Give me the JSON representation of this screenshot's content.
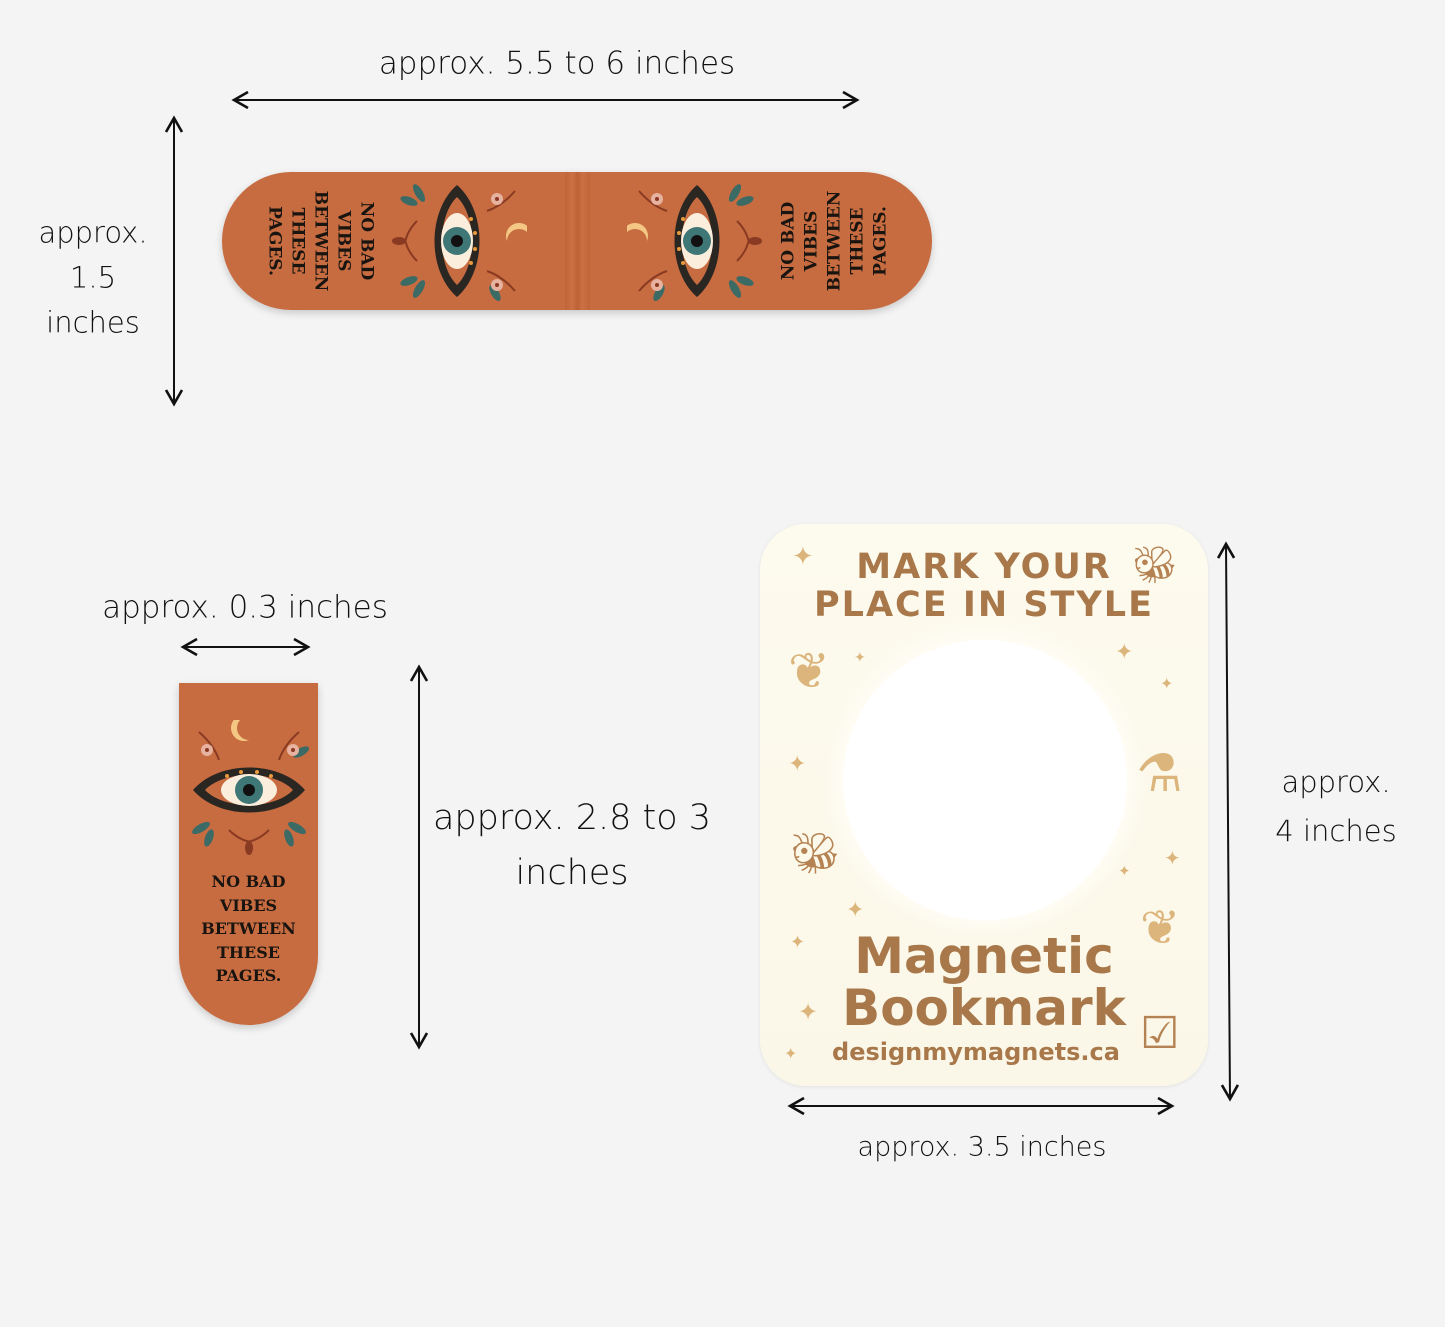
{
  "dimensions": {
    "open_width": "approx. 5.5 to 6 inches",
    "open_height": [
      "approx.",
      "1.5",
      "inches"
    ],
    "closed_width": "approx. 0.3 inches",
    "closed_height": [
      "approx. 2.8 to 3",
      "inches"
    ],
    "card_height": [
      "approx.",
      "4 inches"
    ],
    "card_width": "approx. 3.5 inches"
  },
  "bookmark": {
    "text_lines": [
      "NO BAD",
      "VIBES",
      "BETWEEN",
      "THESE",
      "PAGES."
    ],
    "colors": {
      "body": "#c76c40",
      "iris": "#3f7676",
      "moon": "#f5c784",
      "outline": "#2a2622"
    }
  },
  "card": {
    "headline": [
      "MARK YOUR",
      "PLACE IN STYLE"
    ],
    "title": [
      "Magnetic",
      "Bookmark"
    ],
    "website": "designmymagnets.ca",
    "colors": {
      "text": "#a8784a",
      "background": "#fdfbee"
    }
  }
}
